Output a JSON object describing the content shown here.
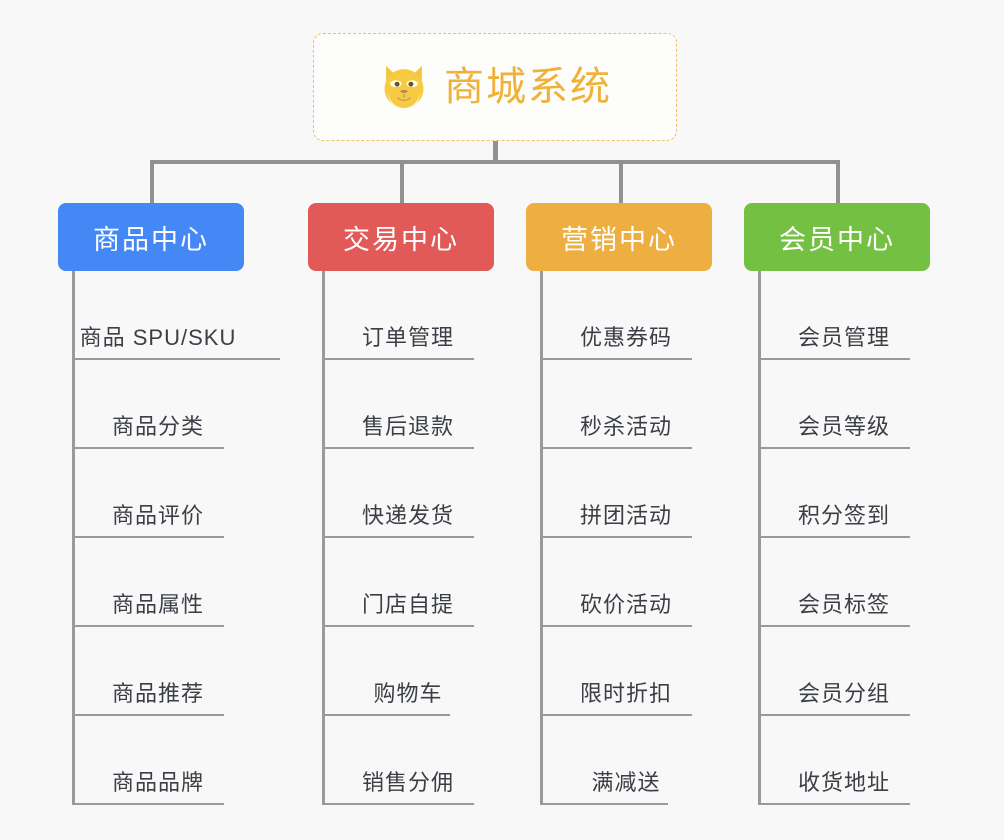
{
  "diagram": {
    "title": "商城系统",
    "root_icon": "shiba-dog-icon",
    "background": "#f8f8f8",
    "root_border_color": "#f0c060",
    "root_text_color": "#efb138",
    "connector_color": "#919191",
    "columns": [
      {
        "id": "product-center",
        "label": "商品中心",
        "color": "#4488f5",
        "items": [
          {
            "label": "商品 SPU/SKU",
            "underline_width": 208
          },
          {
            "label": "商品分类",
            "underline_width": 152
          },
          {
            "label": "商品评价",
            "underline_width": 152
          },
          {
            "label": "商品属性",
            "underline_width": 152
          },
          {
            "label": "商品推荐",
            "underline_width": 152
          },
          {
            "label": "商品品牌",
            "underline_width": 152
          }
        ]
      },
      {
        "id": "trade-center",
        "label": "交易中心",
        "color": "#e25a58",
        "items": [
          {
            "label": "订单管理",
            "underline_width": 152
          },
          {
            "label": "售后退款",
            "underline_width": 152
          },
          {
            "label": "快递发货",
            "underline_width": 152
          },
          {
            "label": "门店自提",
            "underline_width": 152
          },
          {
            "label": "购物车",
            "underline_width": 128
          },
          {
            "label": "销售分佣",
            "underline_width": 152
          }
        ]
      },
      {
        "id": "marketing-center",
        "label": "营销中心",
        "color": "#edae42",
        "items": [
          {
            "label": "优惠券码",
            "underline_width": 152
          },
          {
            "label": "秒杀活动",
            "underline_width": 152
          },
          {
            "label": "拼团活动",
            "underline_width": 152
          },
          {
            "label": "砍价活动",
            "underline_width": 152
          },
          {
            "label": "限时折扣",
            "underline_width": 152
          },
          {
            "label": "满减送",
            "underline_width": 128
          }
        ]
      },
      {
        "id": "member-center",
        "label": "会员中心",
        "color": "#74c042",
        "items": [
          {
            "label": "会员管理",
            "underline_width": 152
          },
          {
            "label": "会员等级",
            "underline_width": 152
          },
          {
            "label": "积分签到",
            "underline_width": 152
          },
          {
            "label": "会员标签",
            "underline_width": 152
          },
          {
            "label": "会员分组",
            "underline_width": 152
          },
          {
            "label": "收货地址",
            "underline_width": 152
          }
        ]
      }
    ]
  }
}
